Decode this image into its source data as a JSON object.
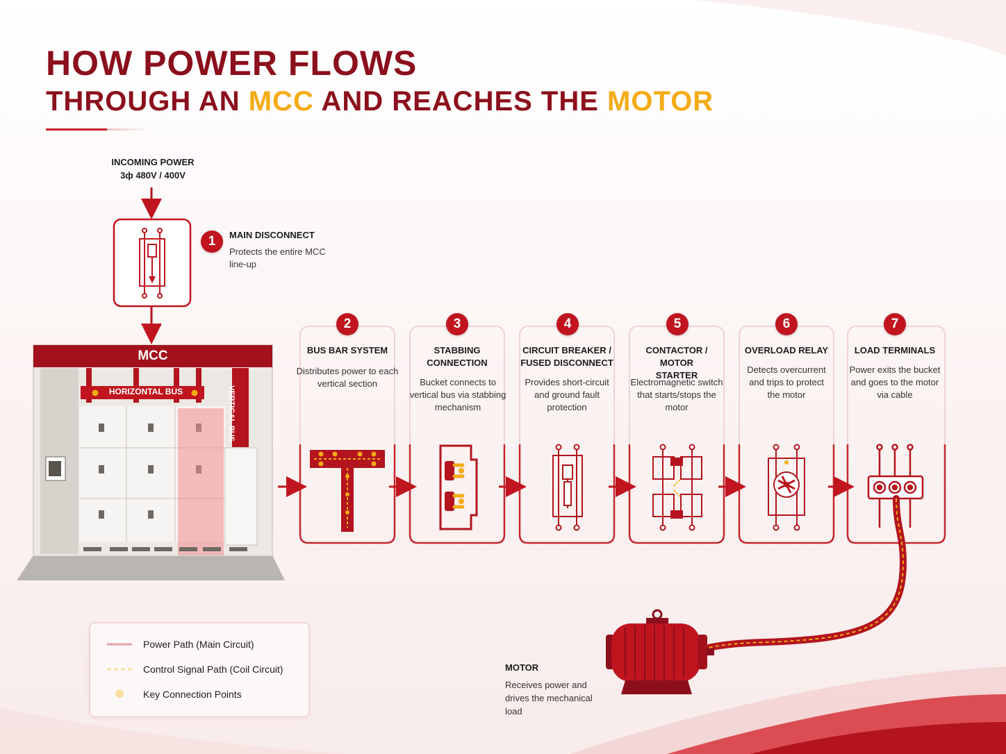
{
  "title": {
    "line1": "HOW POWER FLOWS",
    "line2_a": "THROUGH AN ",
    "line2_b": "MCC",
    "line2_c": " AND REACHES THE ",
    "line2_d": "MOTOR"
  },
  "incoming_power": {
    "line1": "INCOMING POWER",
    "line2": "3ф 480V / 400V"
  },
  "main_disconnect": {
    "number": "1",
    "title": "MAIN DISCONNECT",
    "description": "Protects the entire MCC line-up"
  },
  "mcc": {
    "label": "MCC",
    "horizontal_bus": "HORIZONTAL BUS",
    "vertical_bus": "VERTICAL BUS"
  },
  "steps": [
    {
      "number": "2",
      "title": "BUS BAR SYSTEM",
      "description": "Distributes power to each vertical section"
    },
    {
      "number": "3",
      "title": "STABBING CONNECTION",
      "description": "Bucket connects to vertical bus via stabbing mechanism"
    },
    {
      "number": "4",
      "title": "CIRCUIT BREAKER / FUSED DISCONNECT",
      "description": "Provides short-circuit and ground fault protection"
    },
    {
      "number": "5",
      "title": "CONTACTOR / MOTOR STARTER",
      "description": "Electromagnetic switch that starts/stops the motor"
    },
    {
      "number": "6",
      "title": "OVERLOAD RELAY",
      "description": "Detects overcurrent and trips to protect the motor"
    },
    {
      "number": "7",
      "title": "LOAD TERMINALS",
      "description": "Power exits the bucket and goes to the motor via cable"
    }
  ],
  "motor": {
    "title": "MOTOR",
    "description": "Receives power and drives the mechanical load"
  },
  "legend": {
    "items": [
      {
        "label": "Power Path (Main Circuit)",
        "style": "solid-red"
      },
      {
        "label": "Control Signal Path (Coil Circuit)",
        "style": "dashed-yellow"
      },
      {
        "label": "Key Connection Points",
        "style": "yellow-dot"
      }
    ]
  },
  "colors": {
    "primary_red": "#c0151f",
    "dark_red": "#8b0f1c",
    "accent_yellow": "#f4ab16"
  }
}
